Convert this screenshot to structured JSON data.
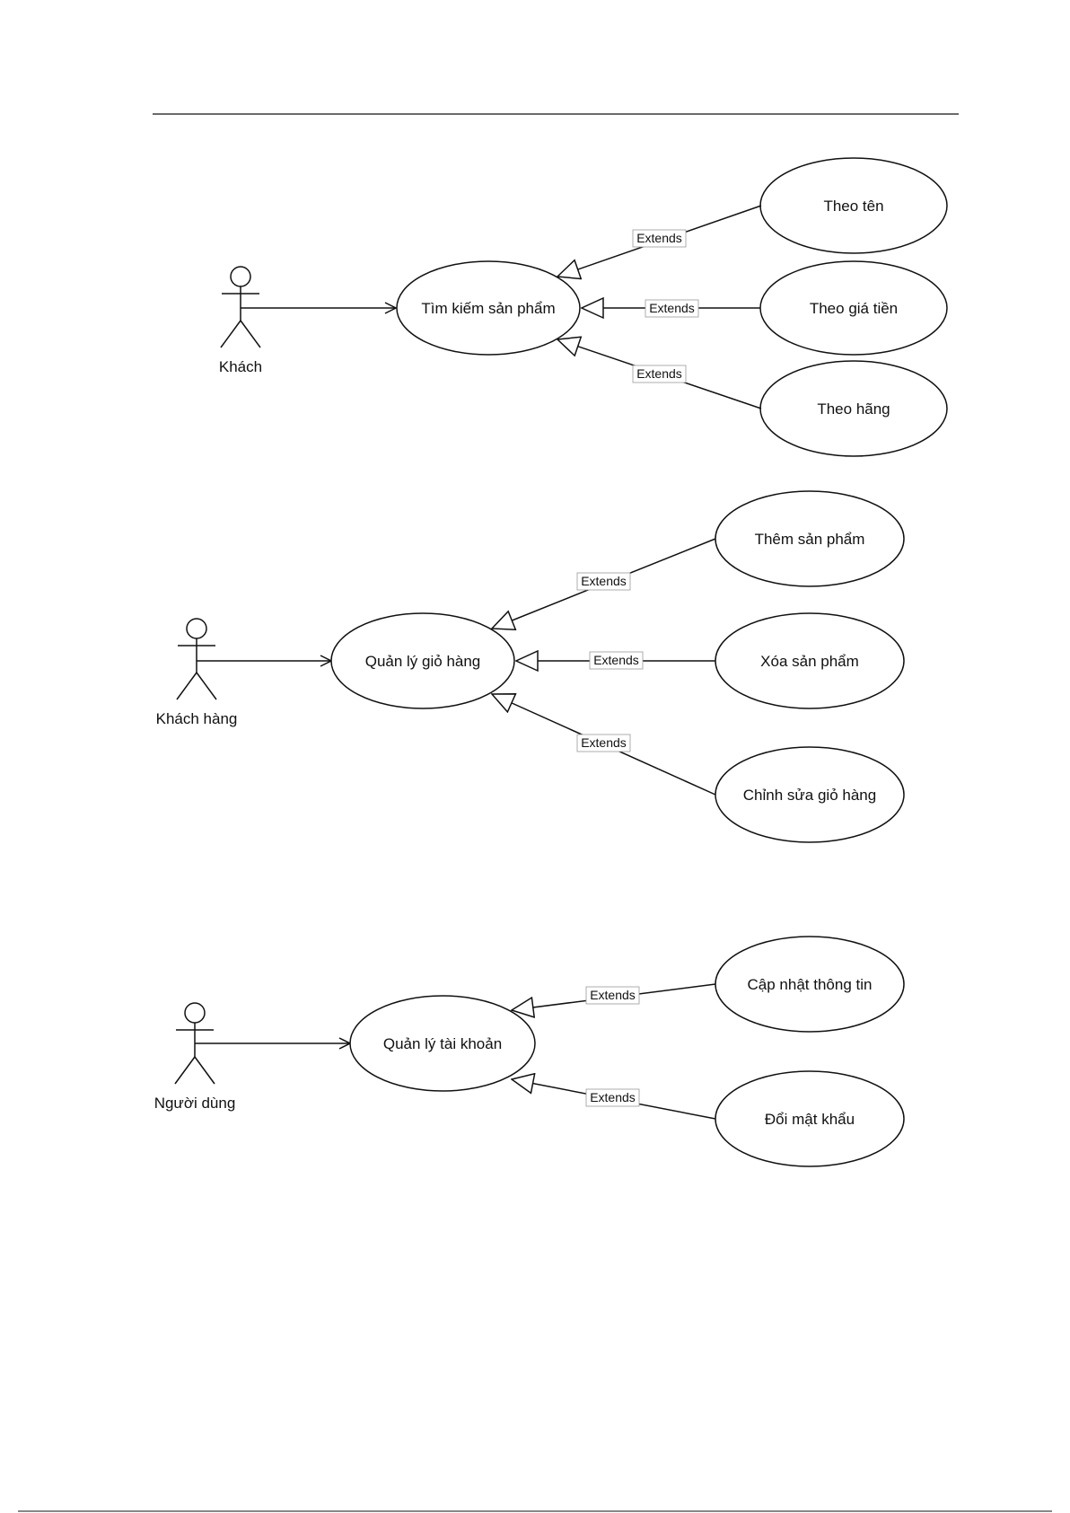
{
  "diagrams": [
    {
      "actor": "Khách",
      "main_use_case": "Tìm kiếm sản phẩm",
      "extensions": [
        {
          "use_case": "Theo tên",
          "relation": "Extends"
        },
        {
          "use_case": "Theo giá tiền",
          "relation": "Extends"
        },
        {
          "use_case": "Theo hãng",
          "relation": "Extends"
        }
      ]
    },
    {
      "actor": "Khách hàng",
      "main_use_case": "Quản lý giỏ hàng",
      "extensions": [
        {
          "use_case": "Thêm sản phẩm",
          "relation": "Extends"
        },
        {
          "use_case": "Xóa sản phẩm",
          "relation": "Extends"
        },
        {
          "use_case": "Chỉnh sửa giỏ hàng",
          "relation": "Extends"
        }
      ]
    },
    {
      "actor": "Người dùng",
      "main_use_case": "Quản lý tài khoản",
      "extensions": [
        {
          "use_case": "Cập nhật thông tin",
          "relation": "Extends"
        },
        {
          "use_case": "Đổi mật khẩu",
          "relation": "Extends"
        }
      ]
    }
  ],
  "colors": {
    "line": "#111111",
    "background": "#ffffff"
  }
}
